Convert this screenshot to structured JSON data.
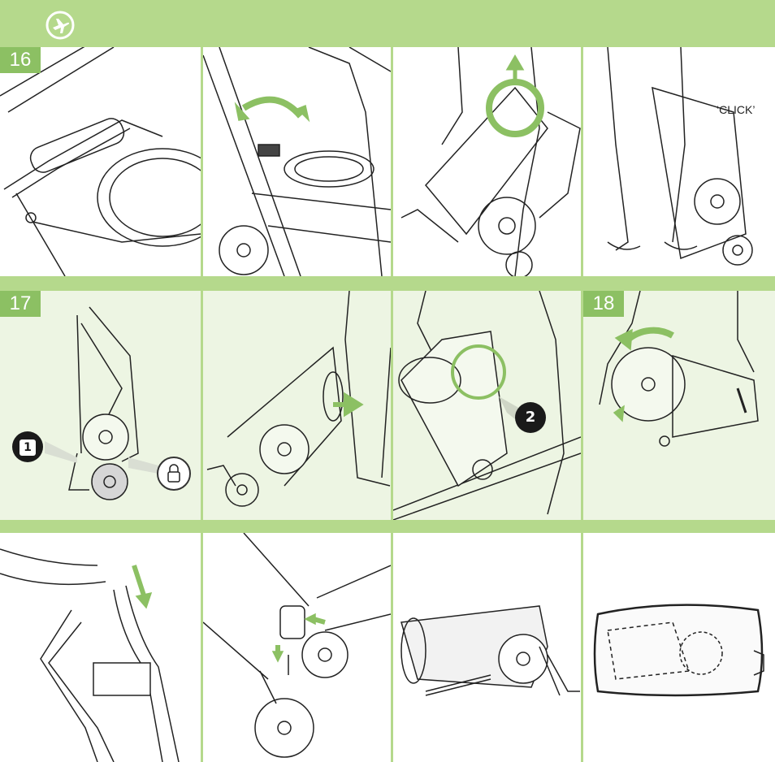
{
  "header": {
    "icon": "airplane-icon"
  },
  "steps": {
    "s16": "16",
    "s17": "17",
    "s18": "18"
  },
  "callouts": {
    "click": "‘CLICK’",
    "badge1": "1",
    "badge2": "2"
  },
  "colors": {
    "band": "#b5d98c",
    "badge": "#8cc063",
    "arrow": "#8cc063",
    "tint": "#edf5e3"
  }
}
